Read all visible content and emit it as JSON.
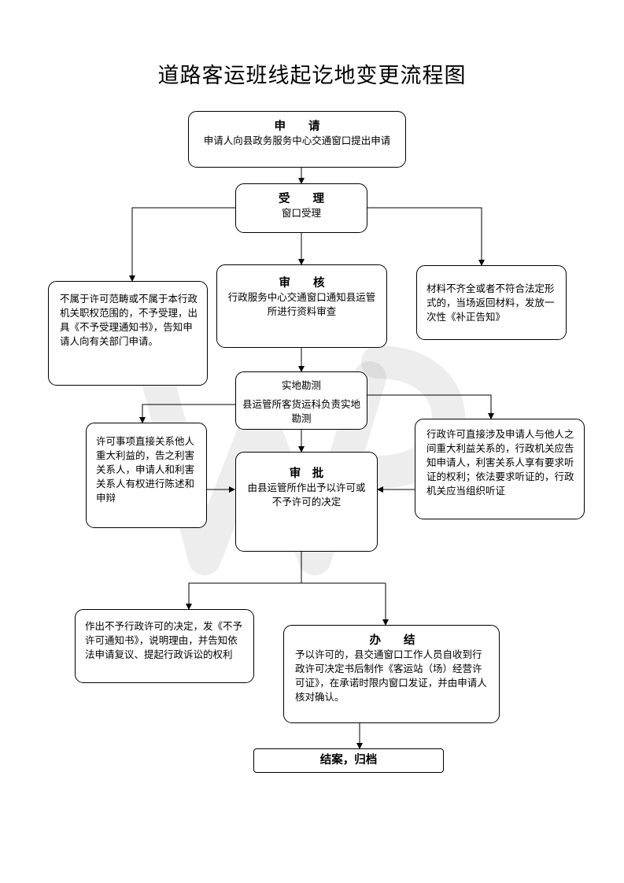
{
  "title": "道路客运班线起讫地变更流程图",
  "nodes": {
    "apply": {
      "head": "申　　请",
      "body": "申请人向县政务服务中心交通窗口提出申请"
    },
    "accept": {
      "head": "受　　理",
      "body": "窗口受理"
    },
    "reject_scope": {
      "body": "不属于许可范畴或不属于本行政机关职权范围的，不予受理，出具《不予受理通知书》，告知申请人向有关部门申请。"
    },
    "incomplete": {
      "body": "材料不齐全或者不符合法定形式的，当场返回材料，发放一次性《补正告知》"
    },
    "review": {
      "head": "审　　核",
      "body": "行政服务中心交通窗口通知县运管所进行资料审查"
    },
    "survey": {
      "head": "实地勘测",
      "body": "县运管所客货运科负责实地勘测"
    },
    "stakeholder": {
      "body": "许可事项直接关系他人重大利益的，告之利害关系人，申请人和利害关系人有权进行陈述和申辩"
    },
    "approve": {
      "head": "审　批",
      "body": "由县运管所作出予以许可或不予许可的决定"
    },
    "hearing": {
      "body": "行政许可直接涉及申请人与他人之间重大利益关系的，行政机关应告知申请人，利害关系人享有要求听证的权利；依法要求听证的，行政机关应当组织听证"
    },
    "deny": {
      "body": "作出不予行政许可的决定，发《不予许可通知书》，说明理由，并告知依法申请复议、提起行政诉讼的权利"
    },
    "finish": {
      "head": "办　　结",
      "body": "予以许可的，县交通窗口工作人员自收到行政许可决定书后制作《客运站（场）经营许可证》，在承诺时限内窗口发证，并由申请人核对确认。"
    },
    "archive": {
      "head": "结案，归档"
    }
  },
  "watermark": "WPS"
}
